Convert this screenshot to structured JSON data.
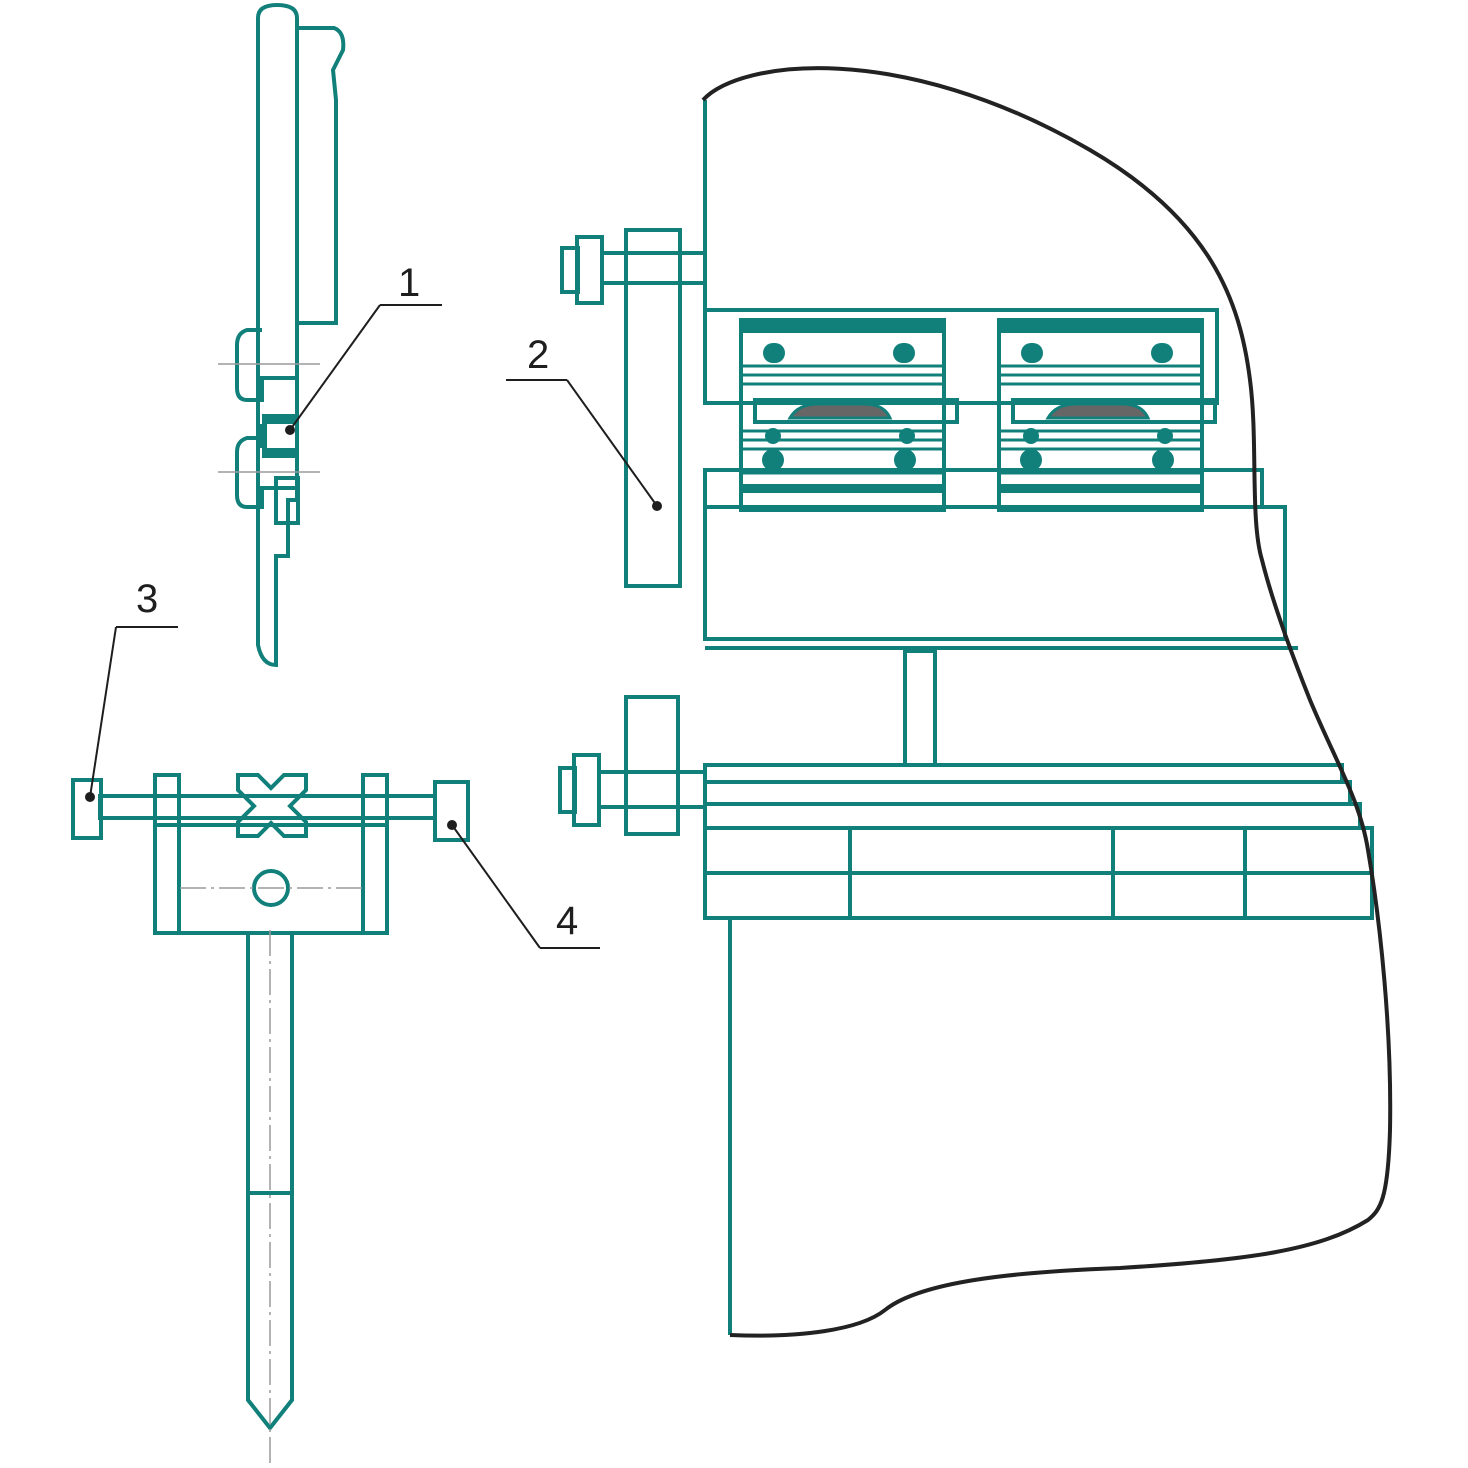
{
  "colors": {
    "line": "#11807a",
    "leader": "#1e1e1e",
    "break_line": "#222222",
    "shaded_part": "#666666",
    "background": "#ffffff"
  },
  "callouts": [
    {
      "id": "1",
      "label": "1"
    },
    {
      "id": "2",
      "label": "2"
    },
    {
      "id": "3",
      "label": "3"
    },
    {
      "id": "4",
      "label": "4"
    }
  ]
}
